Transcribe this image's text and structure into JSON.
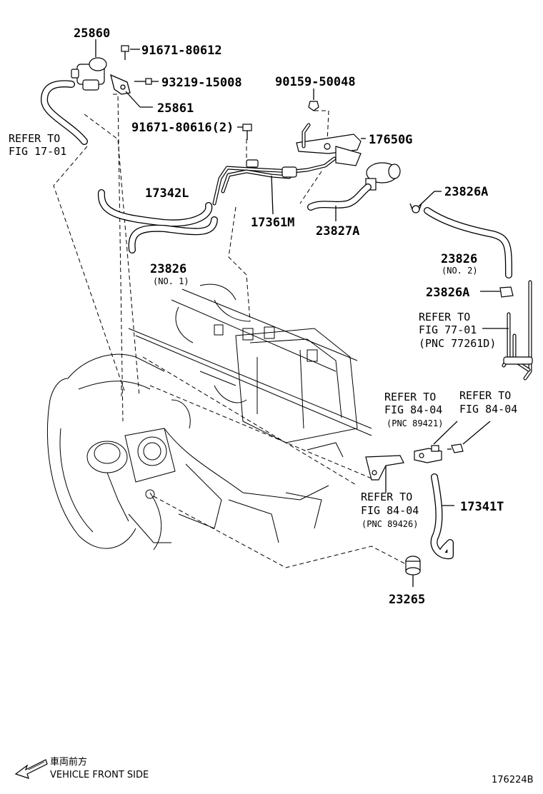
{
  "parts": {
    "p25860": "25860",
    "p91671_80612": "91671-80612",
    "p93219_15008": "93219-15008",
    "p25861": "25861",
    "p91671_80616": "91671-80616(2)",
    "p90159_50048": "90159-50048",
    "p17650G": "17650G",
    "p17342L": "17342L",
    "p17361M": "17361M",
    "p23827A": "23827A",
    "p23826A_top": "23826A",
    "p23826_no2": "23826",
    "p23826_no2_sub": "(NO. 2)",
    "p23826_no1": "23826",
    "p23826_no1_sub": "(NO. 1)",
    "p23826A_mid": "23826A",
    "p17341T": "17341T",
    "p23265": "23265"
  },
  "refs": {
    "fig17_l1": "REFER TO",
    "fig17_l2": "FIG 17-01",
    "fig77_l1": "REFER TO",
    "fig77_l2": "FIG 77-01",
    "fig77_l3": "(PNC 77261D)",
    "fig84a_l1": "REFER TO",
    "fig84a_l2": "FIG 84-04",
    "fig84a_l3": "(PNC 89421)",
    "fig84b_l1": "REFER TO",
    "fig84b_l2": "FIG 84-04",
    "fig84c_l1": "REFER TO",
    "fig84c_l2": "FIG 84-04",
    "fig84c_l3": "(PNC 89426)"
  },
  "footer": {
    "direction_jp": "車両前方",
    "direction_en": "VEHICLE FRONT SIDE",
    "figure_id": "176224B"
  },
  "icons": {
    "direction_arrow": "arrow-left-down-icon"
  }
}
